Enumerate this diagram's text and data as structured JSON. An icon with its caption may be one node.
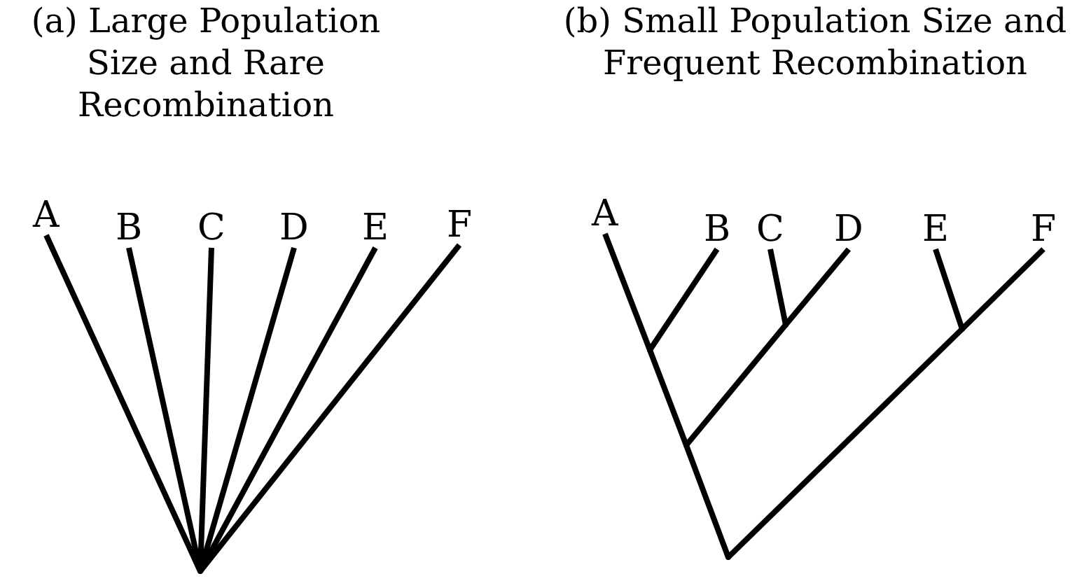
{
  "diagram": {
    "nodes": [
      {
        "text": [
          "A"
        ]
      },
      {
        "text": [
          "B"
        ]
      },
      {
        "text": [
          "C"
        ]
      },
      {
        "text": [
          "D"
        ]
      },
      {
        "text": [
          "E"
        ]
      },
      {
        "text": [
          "F"
        ]
      },
      {
        "text": [],
        "shape": "point"
      },
      {
        "text": [
          "A"
        ]
      },
      {
        "text": [
          "B"
        ]
      },
      {
        "text": [
          "C"
        ]
      },
      {
        "text": [
          "D"
        ]
      },
      {
        "text": [
          "E"
        ]
      },
      {
        "text": [
          "F"
        ]
      },
      {
        "text": [],
        "shape": "point"
      },
      {
        "text": [],
        "shape": "point"
      },
      {
        "text": [],
        "shape": "point"
      },
      {
        "text": [],
        "shape": "point"
      },
      {
        "text": [],
        "shape": "point"
      }
    ],
    "edges": [
      {
        "from": 6,
        "to": 0,
        "arrow": "none"
      },
      {
        "from": 6,
        "to": 1,
        "arrow": "none"
      },
      {
        "from": 6,
        "to": 2,
        "arrow": "none"
      },
      {
        "from": 6,
        "to": 3,
        "arrow": "none"
      },
      {
        "from": 6,
        "to": 4,
        "arrow": "none"
      },
      {
        "from": 6,
        "to": 5,
        "arrow": "none"
      },
      {
        "from": 13,
        "to": 7,
        "arrow": "none"
      },
      {
        "from": 13,
        "to": 8,
        "arrow": "none"
      },
      {
        "from": 14,
        "to": 9,
        "arrow": "none"
      },
      {
        "from": 14,
        "to": 10,
        "arrow": "none"
      },
      {
        "from": 15,
        "to": 11,
        "arrow": "none"
      },
      {
        "from": 15,
        "to": 12,
        "arrow": "none"
      },
      {
        "from": 16,
        "to": 13,
        "arrow": "none"
      },
      {
        "from": 16,
        "to": 14,
        "arrow": "none"
      },
      {
        "from": 17,
        "to": 16,
        "arrow": "none"
      },
      {
        "from": 17,
        "to": 15,
        "arrow": "none"
      }
    ],
    "labels": [
      "(a) Large Population Size and Rare Recombination",
      "(b) Small Population Size and Frequent Recombination"
    ]
  }
}
